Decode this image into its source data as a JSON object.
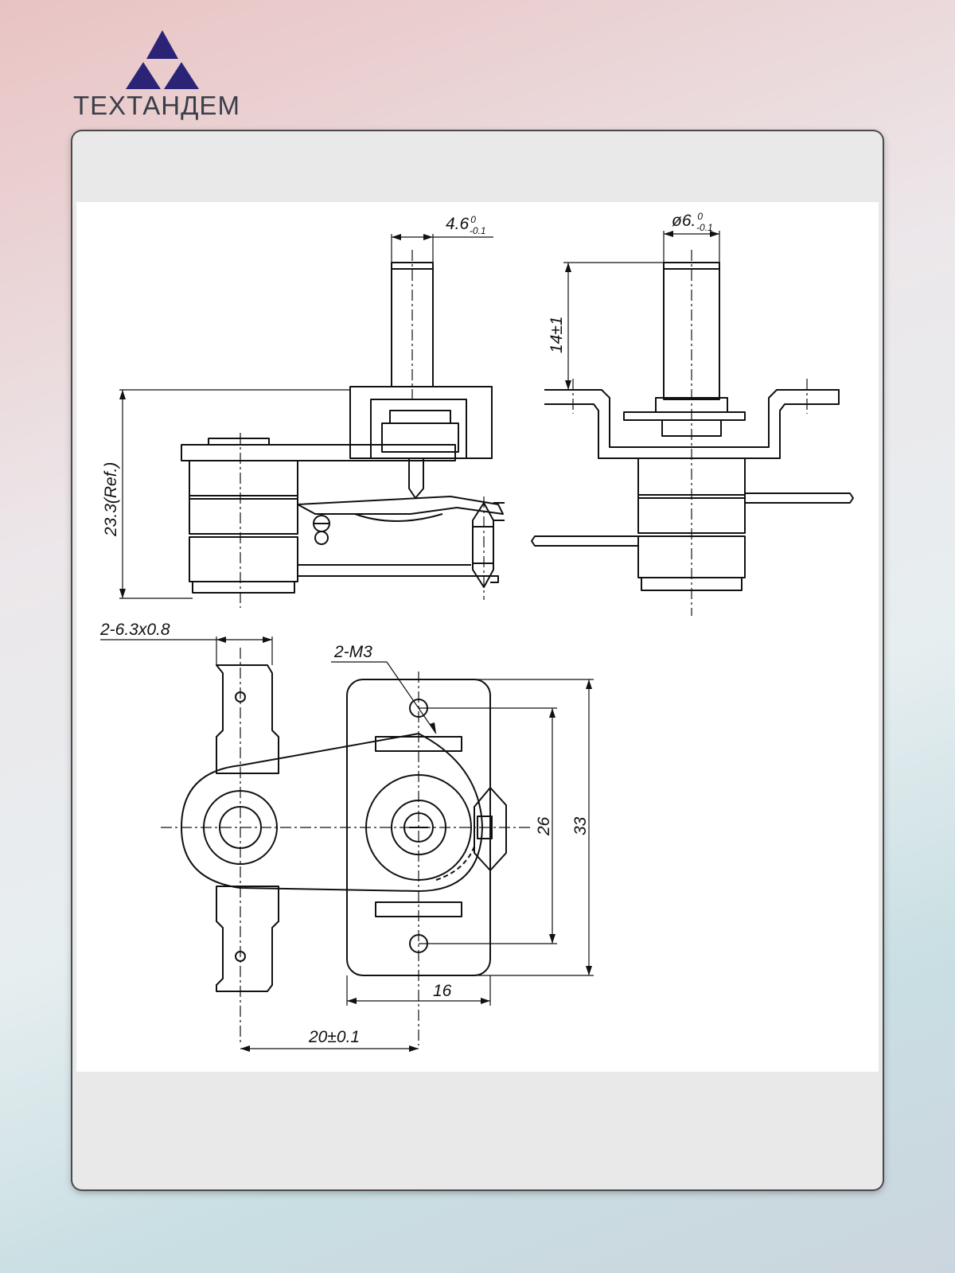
{
  "brand": {
    "name": "ТЕХТАНДЕМ",
    "logo_color": "#2b2376"
  },
  "drawing": {
    "dimensions": {
      "shaft_width": "4.6",
      "shaft_width_tol_upper": "0",
      "shaft_width_tol_lower": "-0.1",
      "shaft_diameter": "ø6.",
      "shaft_diameter_tol_upper": "0",
      "shaft_diameter_tol_lower": "-0.1",
      "shaft_height": "14±1",
      "body_height": "23.3(Ref.)",
      "terminal_size": "2-6.3x0.8",
      "screw_holes": "2-M3",
      "hole_spacing": "26",
      "bracket_length": "33",
      "bracket_width": "16",
      "terminal_spacing": "20±0.1"
    }
  }
}
